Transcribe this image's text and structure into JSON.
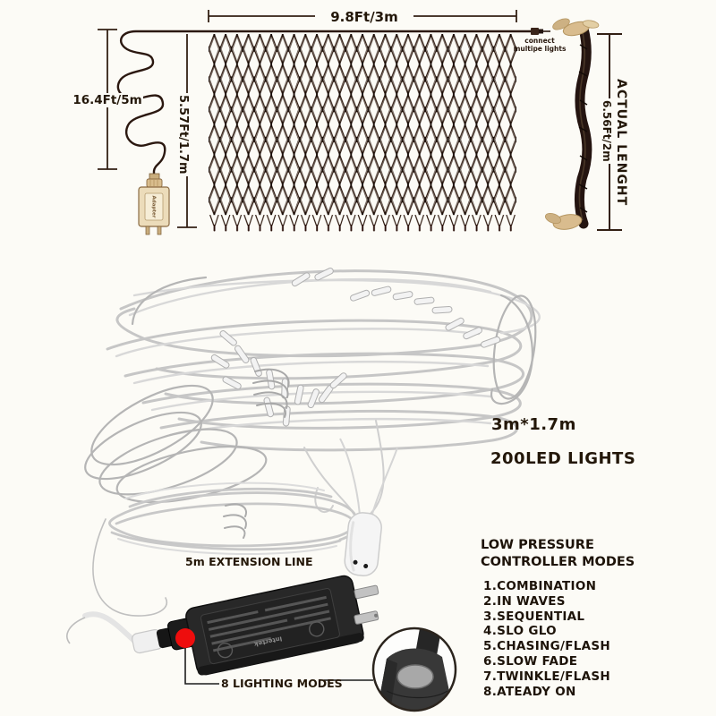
{
  "colors": {
    "background": "#fcfbf6",
    "net_wire": "#2e1a10",
    "dimension_line": "#332014",
    "label_text": "#231709",
    "tan_tie": "#d9bc8e",
    "adapter_beige": "#ecdcba",
    "red_indicator": "#ee0d0d",
    "photo_strand_gray": "#c6c6c6",
    "power_adapter_black": "#282828"
  },
  "diagram": {
    "width_label": "9.8Ft/3m",
    "lead_wire_label": "16.4Ft/5m",
    "height_label": "5.57Ft/1.7m",
    "adapter_label": "Adapter",
    "connect_note_line1": "connect",
    "connect_note_line2": "multipe lights",
    "bundled_length_label": "ACTUAL LENGHT",
    "bundled_length_value": "6.56Ft/2m"
  },
  "product_photo": {
    "size_label": "3m*1.7m",
    "led_label": "200LED LIGHTS"
  },
  "power_section": {
    "extension_label": "5m EXTENSION LINE",
    "modes_button_label": "8 LIGHTING MODES",
    "adapter_brand": "Intertek",
    "controller_title_line1": "LOW PRESSURE",
    "controller_title_line2": "CONTROLLER MODES",
    "modes": [
      "1.COMBINATION",
      "2.IN WAVES",
      "3.SEQUENTIAL",
      "4.SLO GLO",
      "5.CHASING/FLASH",
      "6.SLOW FADE",
      "7.TWINKLE/FLASH",
      "8.ATEADY ON"
    ]
  }
}
